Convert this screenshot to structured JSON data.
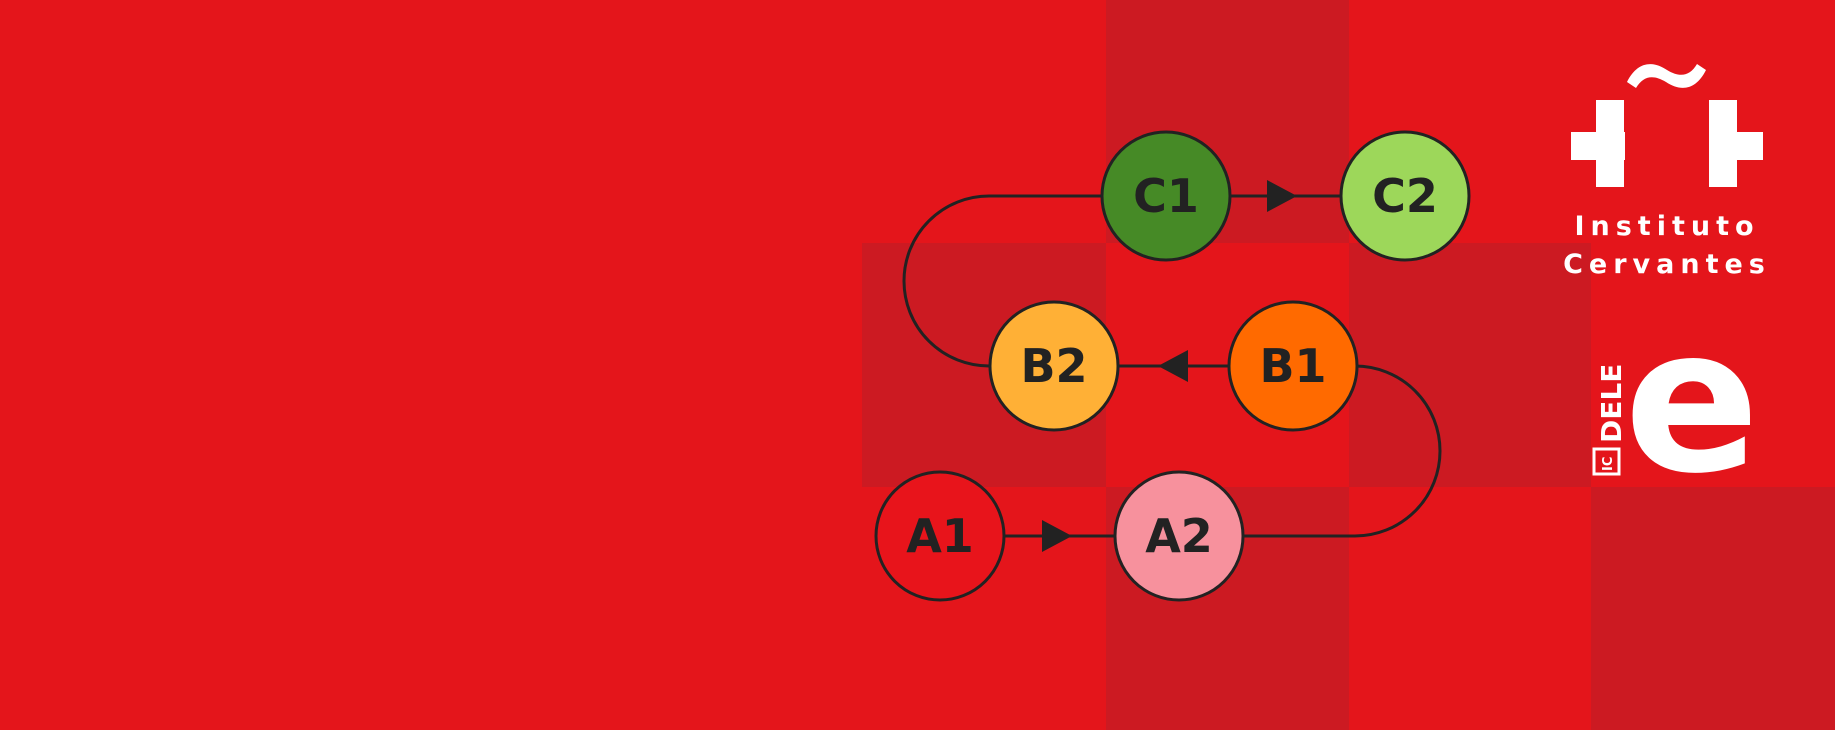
{
  "levels": {
    "a1": "A1",
    "a2": "A2",
    "b1": "B1",
    "b2": "B2",
    "c1": "C1",
    "c2": "C2"
  },
  "colors": {
    "background": "#e4151b",
    "checker": "#cc1a22",
    "line": "#222222",
    "a1": "#e8141b",
    "a2": "#f7919d",
    "b1": "#ff6a00",
    "b2": "#ffb036",
    "c1": "#468a26",
    "c2": "#9dd75a"
  },
  "brand": {
    "line1": "Instituto",
    "line2": "Cervantes",
    "dele": "DELE",
    "ic": "IC",
    "e": "e"
  }
}
